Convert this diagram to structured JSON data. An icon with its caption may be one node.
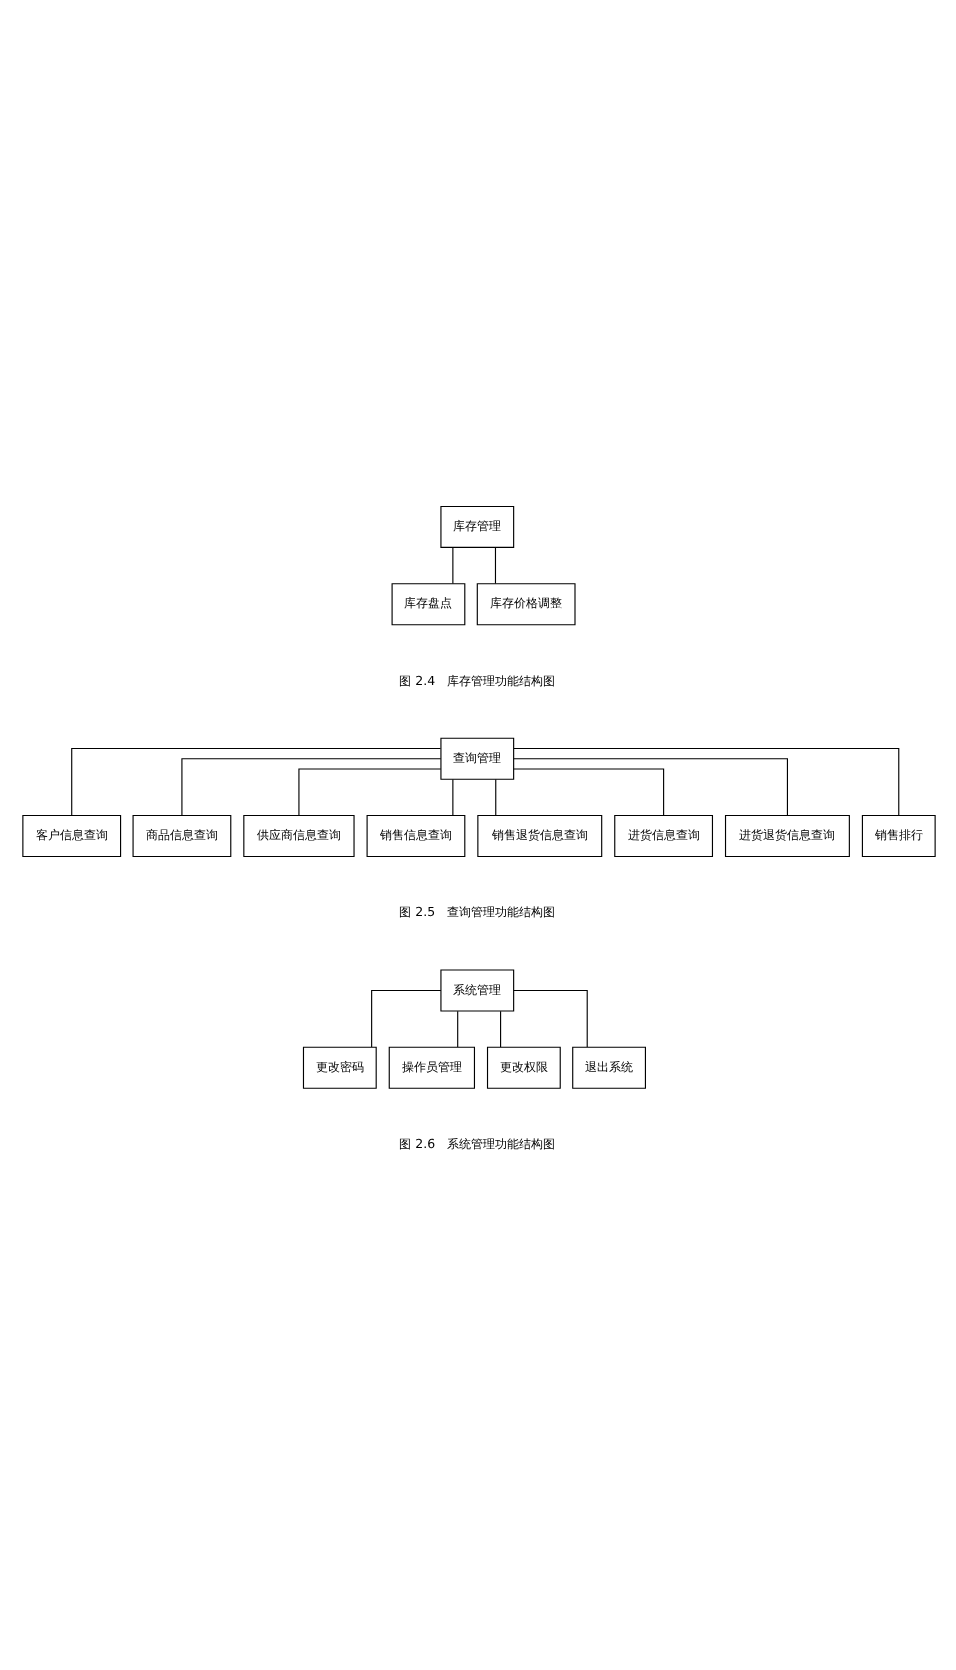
{
  "diagram": {
    "nodes": [
      {
        "text": [
          "库存管理"
        ]
      },
      {
        "text": [
          "库存盘点"
        ]
      },
      {
        "text": [
          "库存价格调整"
        ]
      },
      {
        "text": [
          "查询管理"
        ]
      },
      {
        "text": [
          "客户信息查询"
        ]
      },
      {
        "text": [
          "商品信息查询"
        ]
      },
      {
        "text": [
          "供应商信息查询"
        ]
      },
      {
        "text": [
          "销售信息查询"
        ]
      },
      {
        "text": [
          "销售退货信息查询"
        ]
      },
      {
        "text": [
          "进货信息查询"
        ]
      },
      {
        "text": [
          "进货退货信息查询"
        ]
      },
      {
        "text": [
          "销售排行"
        ]
      },
      {
        "text": [
          "系统管理"
        ]
      },
      {
        "text": [
          "更改密码"
        ]
      },
      {
        "text": [
          "操作员管理"
        ]
      },
      {
        "text": [
          "更改权限"
        ]
      },
      {
        "text": [
          "退出系统"
        ]
      }
    ],
    "edges": [
      {
        "from": 0,
        "to": 1,
        "arrow": "none"
      },
      {
        "from": 0,
        "to": 2,
        "arrow": "none"
      },
      {
        "from": 3,
        "to": 4,
        "arrow": "none"
      },
      {
        "from": 3,
        "to": 5,
        "arrow": "none"
      },
      {
        "from": 3,
        "to": 6,
        "arrow": "none"
      },
      {
        "from": 3,
        "to": 7,
        "arrow": "none"
      },
      {
        "from": 3,
        "to": 8,
        "arrow": "none"
      },
      {
        "from": 3,
        "to": 9,
        "arrow": "none"
      },
      {
        "from": 3,
        "to": 10,
        "arrow": "none"
      },
      {
        "from": 3,
        "to": 11,
        "arrow": "none"
      },
      {
        "from": 12,
        "to": 13,
        "arrow": "none"
      },
      {
        "from": 12,
        "to": 14,
        "arrow": "none"
      },
      {
        "from": 12,
        "to": 15,
        "arrow": "none"
      },
      {
        "from": 12,
        "to": 16,
        "arrow": "none"
      }
    ],
    "labels": [
      "图 2.4　库存管理功能结构图",
      "图 2.5　查询管理功能结构图",
      "图 2.6　系统管理功能结构图"
    ]
  }
}
